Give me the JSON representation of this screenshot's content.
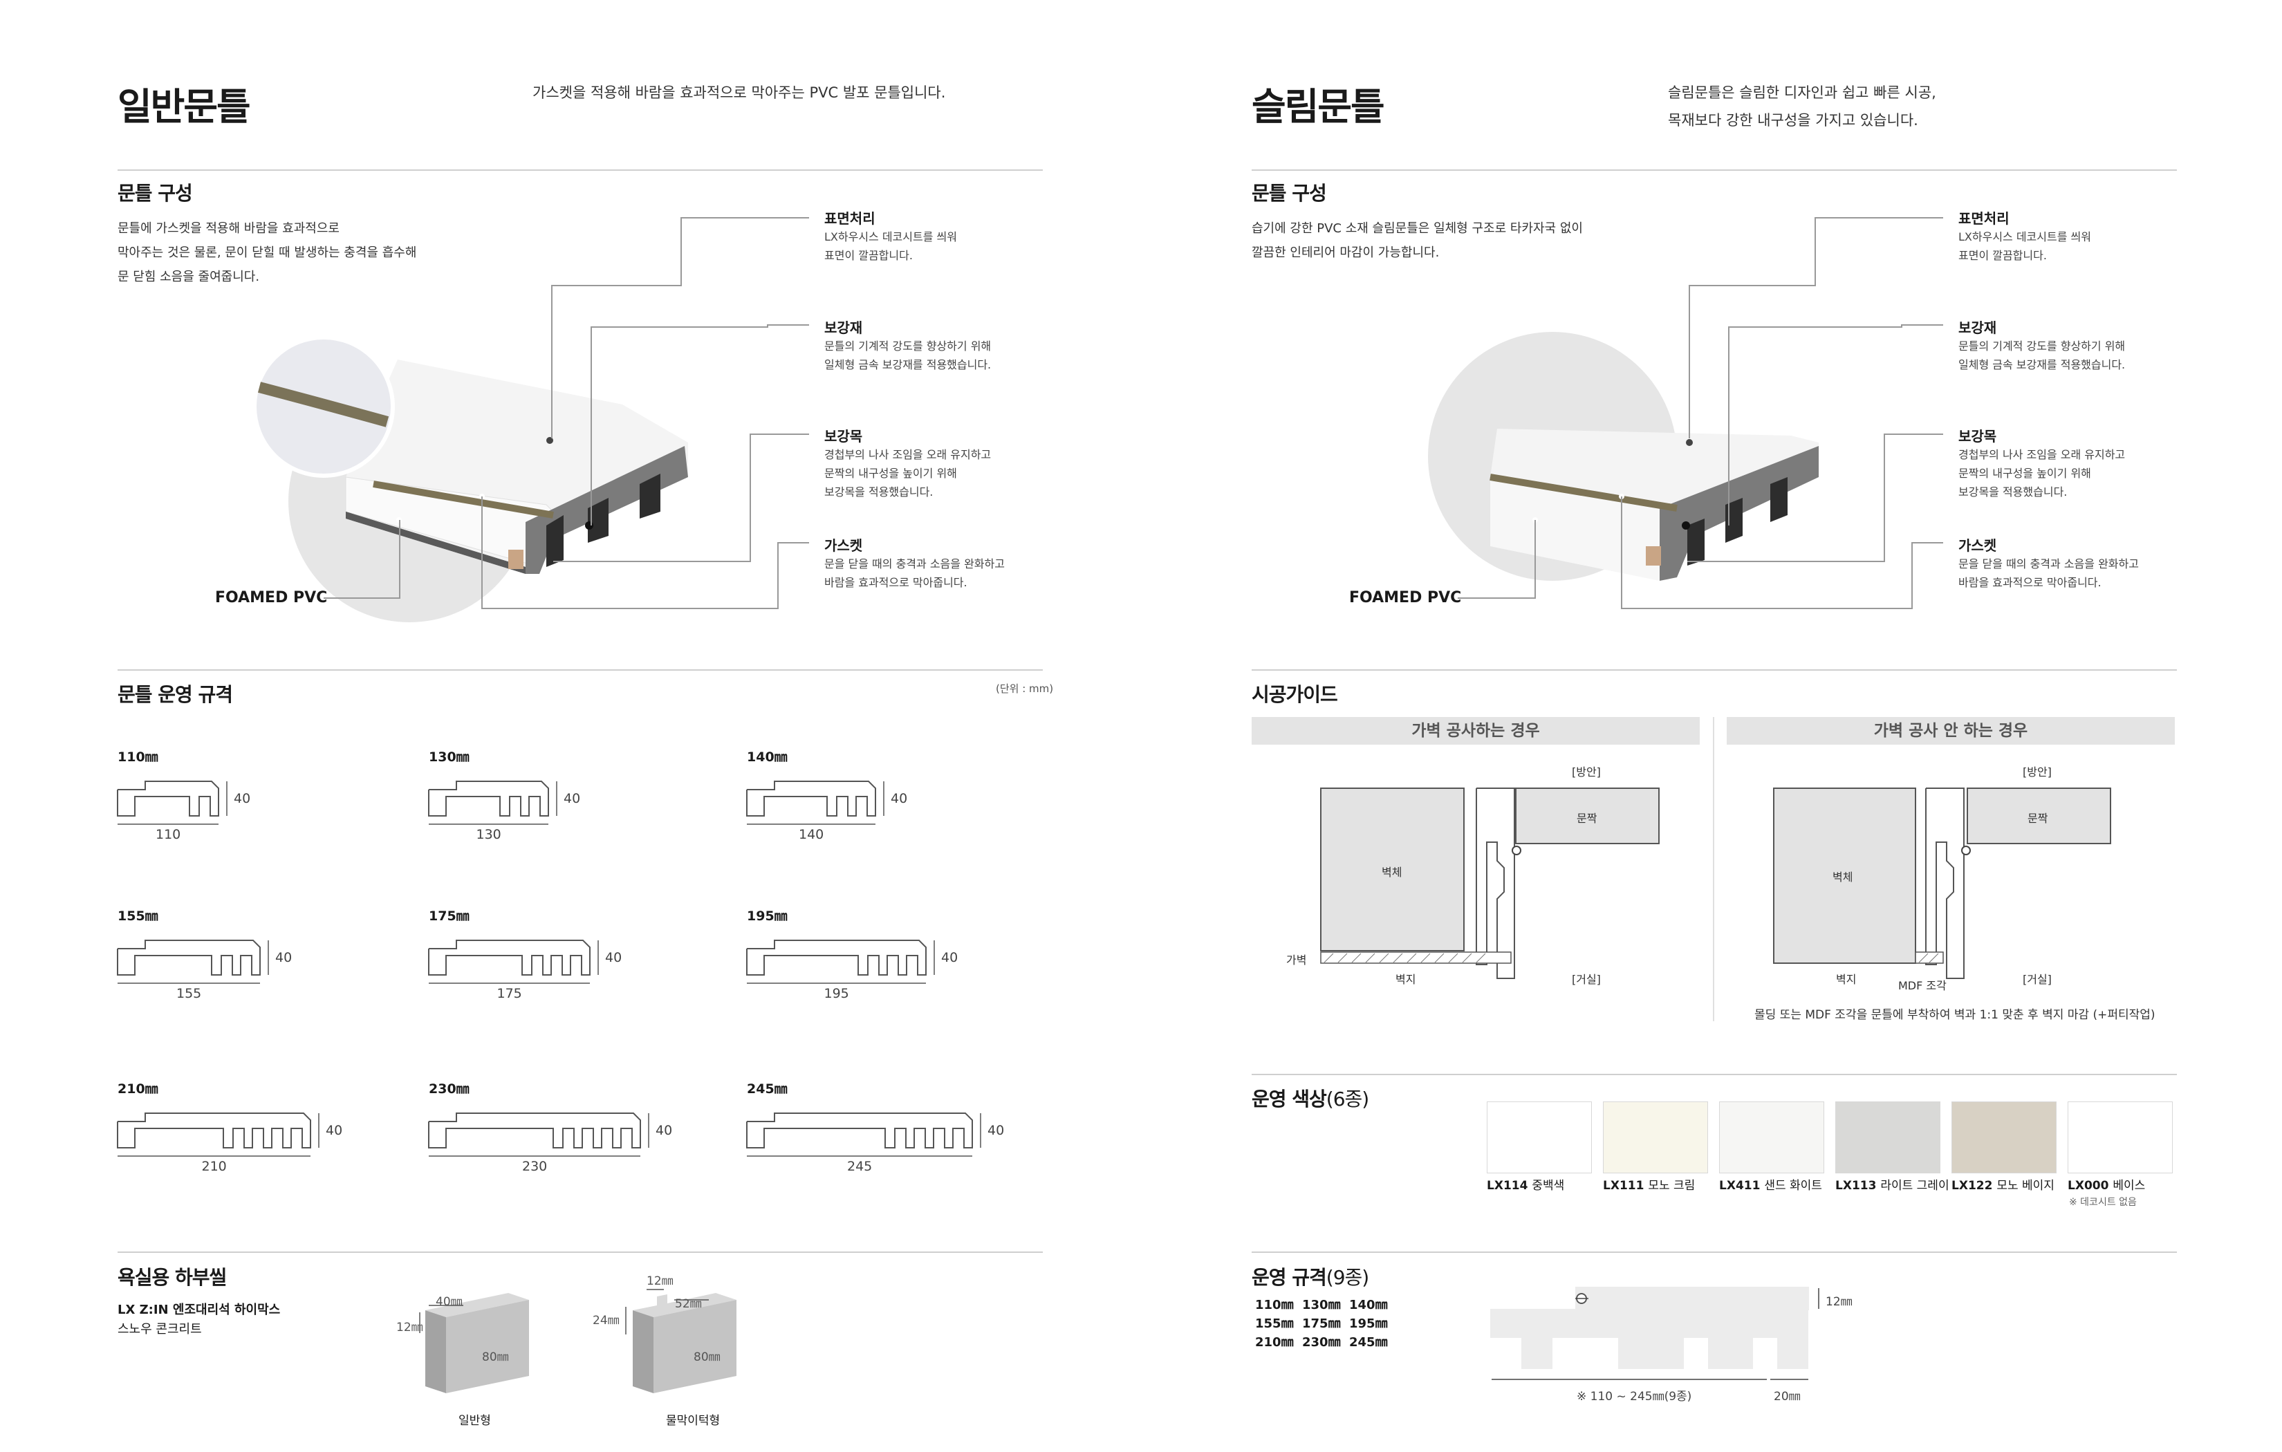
{
  "left": {
    "title": "일반문틀",
    "lead": "가스켓을 적용해 바람을 효과적으로 막아주는 PVC 발포 문틀입니다.",
    "structure": {
      "heading": "문틀 구성",
      "desc": [
        "문틀에 가스켓을 적용해 바람을 효과적으로",
        "막아주는 것은 물론, 문이 닫힐 때 발생하는 충격을 흡수해",
        "문 닫힘 소음을 줄여줍니다."
      ],
      "foamed": "FOAMED PVC"
    },
    "features": [
      {
        "title": "표면처리",
        "lines": [
          "LX하우시스 데코시트를 씌워",
          "표면이 깔끔합니다."
        ]
      },
      {
        "title": "보강재",
        "lines": [
          "문틀의 기계적 강도를 향상하기 위해",
          "일체형 금속 보강재를 적용했습니다."
        ]
      },
      {
        "title": "보강목",
        "lines": [
          "경첩부의 나사 조임을 오래 유지하고",
          "문짝의 내구성을 높이기 위해",
          "보강목을 적용했습니다."
        ]
      },
      {
        "title": "가스켓",
        "lines": [
          "문을 닫을 때의 충격과 소음을 완화하고",
          "바람을 효과적으로 막아줍니다."
        ]
      }
    ],
    "specs": {
      "heading": "문틀 운영 규격",
      "unit": "(단위 : mm)",
      "height": "40",
      "items": [
        {
          "label": "110㎜",
          "width": "110",
          "gaps": 1
        },
        {
          "label": "130㎜",
          "width": "130",
          "gaps": 2
        },
        {
          "label": "140㎜",
          "width": "140",
          "gaps": 2
        },
        {
          "label": "155㎜",
          "width": "155",
          "gaps": 2
        },
        {
          "label": "175㎜",
          "width": "175",
          "gaps": 3
        },
        {
          "label": "195㎜",
          "width": "195",
          "gaps": 3
        },
        {
          "label": "210㎜",
          "width": "210",
          "gaps": 4
        },
        {
          "label": "230㎜",
          "width": "230",
          "gaps": 4
        },
        {
          "label": "245㎜",
          "width": "245",
          "gaps": 4
        }
      ]
    },
    "bath": {
      "heading": "욕실용 하부씰",
      "line1": "LX Z:IN 엔조대리석 하이막스",
      "line2": "스노우 콘크리트",
      "a": {
        "caption": "일반형",
        "top": "40㎜",
        "side": "12㎜",
        "height": "80㎜"
      },
      "b": {
        "caption": "물막이턱형",
        "top": "52㎜",
        "lip": "12㎜",
        "side": "24㎜",
        "height": "80㎜"
      }
    }
  },
  "right": {
    "title": "슬림문틀",
    "lead": [
      "슬림문틀은 슬림한 디자인과 쉽고 빠른 시공,",
      "목재보다 강한 내구성을 가지고 있습니다."
    ],
    "structure": {
      "heading": "문틀 구성",
      "desc": [
        "습기에 강한 PVC 소재 슬림문틀은 일체형 구조로 타카자국 없이",
        "깔끔한 인테리어 마감이 가능합니다."
      ],
      "foamed": "FOAMED PVC"
    },
    "guide": {
      "heading": "시공가이드",
      "case1": {
        "title": "가벽 공사하는 경우",
        "room": "[방안]",
        "door": "문짝",
        "wall": "벽체",
        "false_wall": "가벽",
        "wall_paper": "벽지",
        "living": "[거실]"
      },
      "case2": {
        "title": "가벽 공사 안 하는 경우",
        "room": "[방안]",
        "door": "문짝",
        "wall": "벽체",
        "wall_paper": "벽지",
        "mdf": "MDF 조각",
        "living": "[거실]"
      },
      "note": "몰딩 또는 MDF 조각을 문틀에 부착하여 벽과 1:1 맞춘 후 벽지 마감 (+퍼티작업)"
    },
    "colors": {
      "heading": "운영 색상",
      "count": "(6종)",
      "items": [
        {
          "code": "LX114",
          "name": "중백색",
          "hex": "#ffffff",
          "note": ""
        },
        {
          "code": "LX111",
          "name": "모노 크림",
          "hex": "#f8f6ea",
          "note": ""
        },
        {
          "code": "LX411",
          "name": "샌드 화이트",
          "hex": "#f6f6f4",
          "note": ""
        },
        {
          "code": "LX113",
          "name": "라이트 그레이",
          "hex": "#d9d9d7",
          "note": ""
        },
        {
          "code": "LX122",
          "name": "모노 베이지",
          "hex": "#d8d1c4",
          "note": ""
        },
        {
          "code": "LX000",
          "name": "베이스",
          "hex": "#ffffff",
          "note": "※ 데코시트 없음"
        }
      ]
    },
    "specs": {
      "heading": "운영 규격",
      "count": "(9종)",
      "sizes": [
        "110㎜",
        "130㎜",
        "140㎜",
        "155㎜",
        "175㎜",
        "195㎜",
        "210㎜",
        "230㎜",
        "245㎜"
      ],
      "range": "※ 110 ~ 245㎜(9종)",
      "depth": "20㎜",
      "lip": "12㎜"
    }
  }
}
